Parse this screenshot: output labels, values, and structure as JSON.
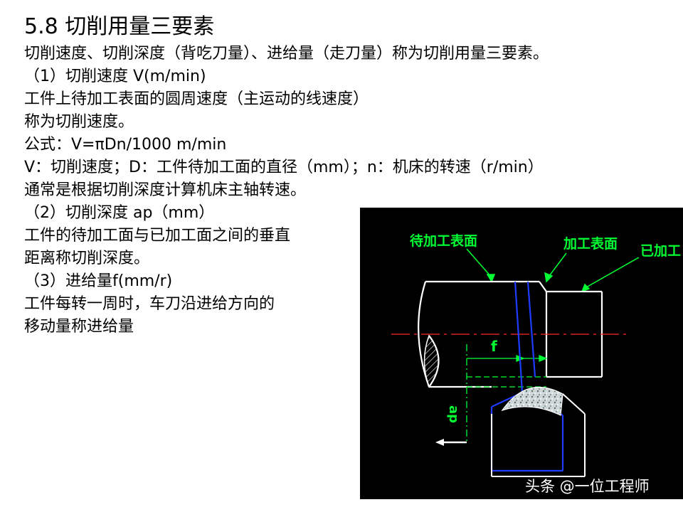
{
  "heading": "5.8 切削用量三要素",
  "lines": [
    "切削速度、切削深度（背吃刀量）、进给量（走刀量）称为切削用量三要素。",
    "（1）切削速度 V(m/min)",
    "工件上待加工表面的圆周速度（主运动的线速度）",
    "称为切削速度。",
    "公式：V=πDn/1000   m/min",
    "V：切削速度；D：工件待加工面的直径（mm）；n：机床的转速（r/min）",
    "通常是根据切削深度计算机床主轴转速。",
    "（2）切削深度 ap（mm）",
    "工件的待加工面与已加工面之间的垂直",
    "距离称切削深度。",
    "（3）进给量f(mm/r)",
    "工件每转一周时，车刀沿进给方向的",
    "移动量称进给量"
  ],
  "figure": {
    "label_unmachined": "待加工表面",
    "label_machining": "加工表面",
    "label_machined": "已加工",
    "label_f": "f",
    "label_ap": "ap",
    "colors": {
      "label": "#00ff33",
      "outline": "#ffffff",
      "tool": "#1f3cff",
      "axis": "#ff2a2a"
    }
  },
  "watermark": "头条 @一位工程师"
}
